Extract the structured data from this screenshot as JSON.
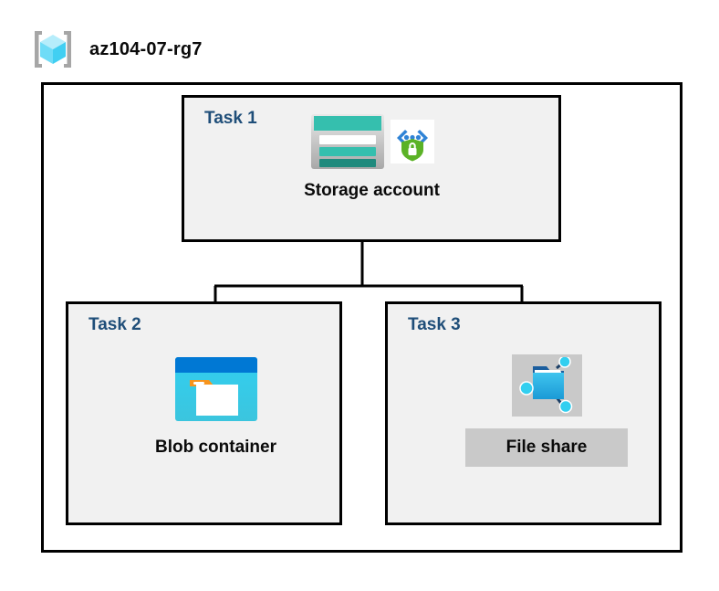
{
  "diagram": {
    "resource_group": {
      "icon": "resource-group-cube-icon",
      "title": "az104-07-rg7"
    },
    "tasks": [
      {
        "id": "task1",
        "label": "Task 1",
        "node": {
          "caption": "Storage account",
          "icons": [
            "storage-account-icon",
            "secure-endpoint-shield-icon"
          ]
        }
      },
      {
        "id": "task2",
        "label": "Task 2",
        "node": {
          "caption": "Blob container",
          "icons": [
            "blob-container-icon"
          ]
        }
      },
      {
        "id": "task3",
        "label": "Task 3",
        "node": {
          "caption": "File share",
          "icons": [
            "file-share-icon"
          ],
          "selected": true
        }
      }
    ],
    "connections": [
      {
        "from": "Storage account",
        "to": "Blob container"
      },
      {
        "from": "Storage account",
        "to": "File share"
      }
    ],
    "colors": {
      "task_label": "#1f4e79",
      "box_border": "#000000",
      "box_fill": "#f1f1f1",
      "page_background": "#ffffff",
      "selection_highlight": "#c9c9c9",
      "storage_teal": "#35bfae",
      "storage_teal_dark": "#1f8a7d",
      "blob_blue": "#0078d4",
      "blob_cyan": "#32cff0",
      "blob_orange": "#f7941e",
      "shield_green": "#5bb226",
      "cube_cyan": "#9ae8fb",
      "bracket_gray": "#a6a6a6"
    }
  }
}
